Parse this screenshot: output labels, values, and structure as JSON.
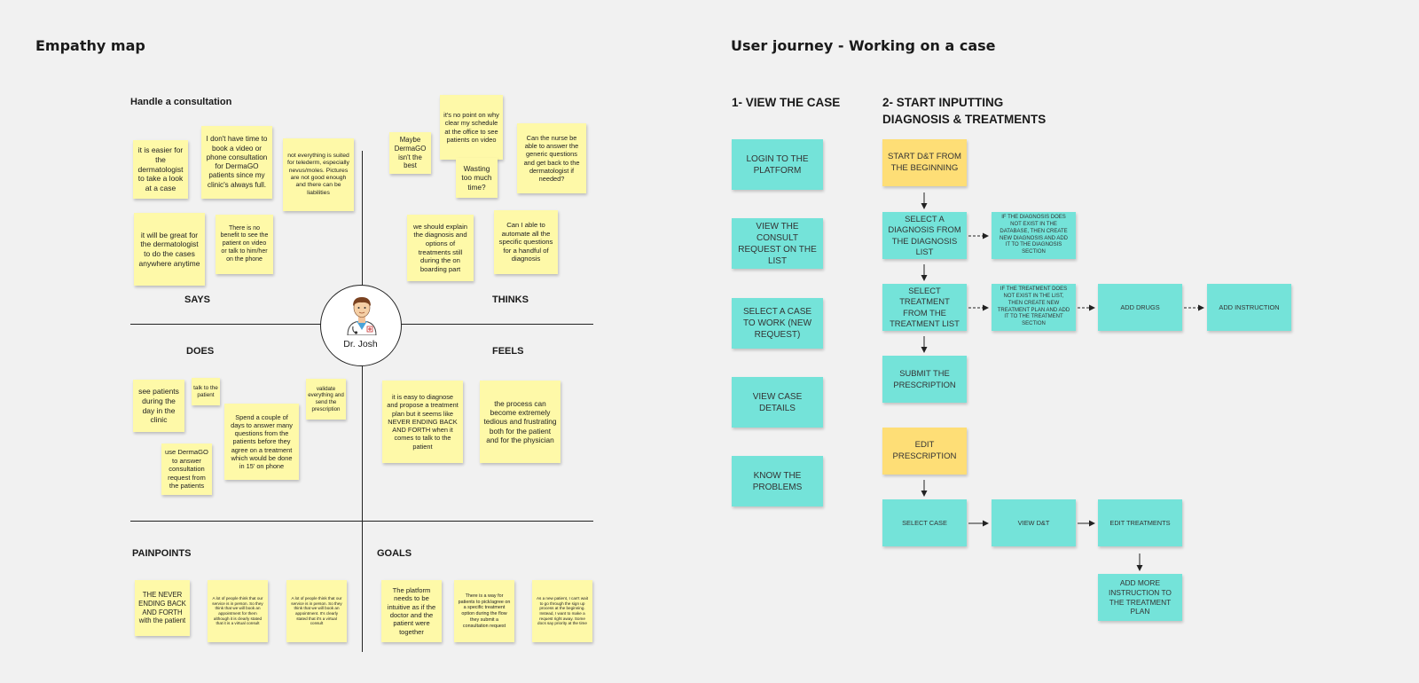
{
  "empathy": {
    "title": "Empathy map",
    "subtitle": "Handle a consultation",
    "quadrants": {
      "says": "SAYS",
      "thinks": "THINKS",
      "does": "DOES",
      "feels": "FEELS",
      "painpoints": "PAINPOINTS",
      "goals": "GOALS"
    },
    "persona": "Dr. Josh",
    "says_notes": [
      "it is easier for the dermatologist to take a look at a case",
      "I don't have time to book a video or phone consultation for DermaGO patients since my clinic's always full.",
      "not everything is suited for telederm, especially nevus/moles. Pictures are not good enough and there can be liabilities",
      "it will be great for the dermatologist to do the cases anywhere anytime",
      "There is no benefit to see the patient on video or talk to him/her on the phone"
    ],
    "thinks_notes": [
      "Maybe DermaGO isn't the best",
      "it's no point on why clear my schedule at the office to see patients on video",
      "Wasting too much time?",
      "Can the nurse be able to answer the generic questions and get back to the dermatologist if needed?",
      "we should explain the diagnosis and options of treatments still during the on boarding part",
      "Can I able to automate all the specific questions for a handful of diagnosis"
    ],
    "does_notes": [
      "see patients during the day in the clinic",
      "talk to the patient",
      "validate everything and send the prescription",
      "Spend a couple of days to answer many questions from the patients before they agree on a treatment which would be done in 15' on phone",
      "use DermaGO to answer consultation request from the patients"
    ],
    "feels_notes": [
      "it is easy to diagnose and propose a treatment plan but it seems like NEVER ENDING BACK AND FORTH when it comes to talk to the patient",
      "the process can become extremely tedious and frustrating both for the patient and for the physician"
    ],
    "pain_notes": [
      "THE NEVER ENDING BACK AND FORTH with the patient",
      "A lot of people think that our service is in person. So they think that we will book an appointment for them although it is clearly stated that it is a virtual consult",
      "A lot of people think that our service is in person. So they think that we will book an appointment. It's clearly stated that it's a virtual consult"
    ],
    "goal_notes": [
      "The platform needs to be intuitive as if the doctor and the patient were together",
      "There is a way for patients to pick/agree on a specific treatment option during the flow they submit a consultation request",
      "As a new patient, I can't wait to go through the sign up process at the beginning. Instead, I want to make a request right away. Some docs say priority at the time"
    ]
  },
  "journey": {
    "title": "User journey - Working on a case",
    "col1_title": "1- VIEW THE CASE",
    "col2_title_line1": "2- START INPUTTING",
    "col2_title_line2": "DIAGNOSIS & TREATMENTS",
    "view_steps": [
      "LOGIN TO THE PLATFORM",
      "VIEW THE CONSULT REQUEST ON THE LIST",
      "SELECT A CASE TO WORK (NEW REQUEST)",
      "VIEW  CASE DETAILS",
      "KNOW THE PROBLEMS"
    ],
    "start_dt": "START D&T FROM THE BEGINNING",
    "select_diagnosis": "SELECT A DIAGNOSIS FROM THE DIAGNOSIS LIST",
    "diagnosis_note": "IF THE DIAGNOSIS DOES NOT EXIST IN THE DATABASE, THEN CREATE NEW DIAGNOSIS AND ADD IT TO THE DIAGNOSIS SECTION",
    "select_treatment": "SELECT TREATMENT FROM THE TREATMENT LIST",
    "treatment_note": "IF THE TREATMENT DOES NOT EXIST IN THE LIST, THEN CREATE NEW TREATMENT PLAN AND ADD IT TO THE TREATMENT SECTION",
    "add_drugs": "ADD DRUGS",
    "add_instruction": "ADD INSTRUCTION",
    "submit": "SUBMIT THE PRESCRIPTION",
    "edit_prescription": "EDIT PRESCRIPTION",
    "select_case": "SELECT CASE",
    "view_dt": "VIEW D&T",
    "edit_treatments": "EDIT TREATMENTS",
    "add_more": "ADD MORE INSTRUCTION TO THE TREATMENT PLAN"
  },
  "colors": {
    "sticky": "#fef9a8",
    "teal": "#74e3d9",
    "orange": "#fede76"
  },
  "icons": {
    "persona": "doctor-avatar-icon"
  }
}
